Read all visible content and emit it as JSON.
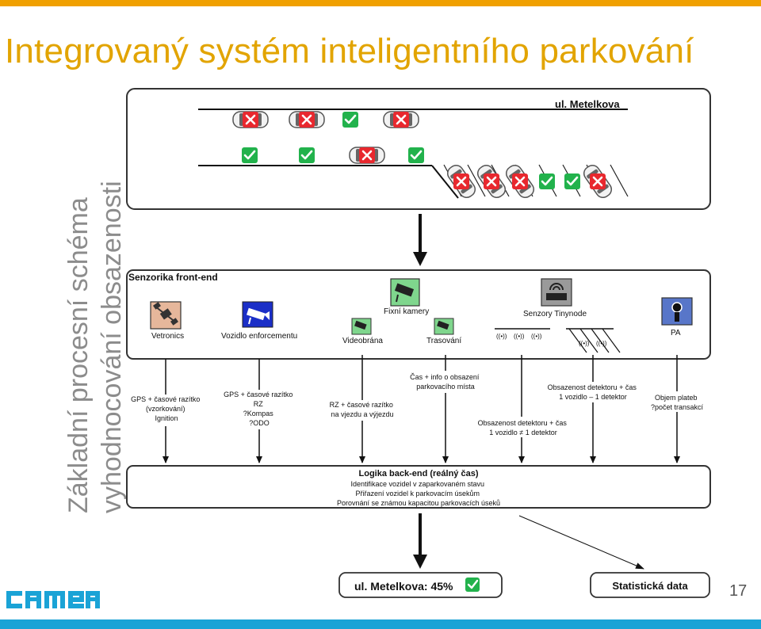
{
  "slide": {
    "title": "Integrovaný systém inteligentního parkování",
    "vertical_title_line1": "Základní procesní schéma",
    "vertical_title_line2": "vyhodnocování obsazenosti",
    "page_number": "17",
    "logo": "camea"
  },
  "colors": {
    "title": "#e2a400",
    "accent_top": "#f0a000",
    "accent_bottom": "#1aa3d6",
    "occupied": "#e8282e",
    "free": "#22b24c"
  },
  "street": {
    "name": "ul. Metelkova",
    "row1": [
      "occupied",
      "occupied",
      "free",
      "occupied"
    ],
    "row2": [
      "free",
      "free",
      "occupied",
      "free"
    ],
    "row3": [
      "occupied",
      "occupied",
      "occupied",
      "free",
      "free",
      "occupied"
    ]
  },
  "frontend": {
    "title": "Senzorika front-end",
    "items": {
      "vetronics": "Vetronics",
      "enforcement": "Vozidlo enforcementu",
      "fixed_cameras": "Fixní kamery",
      "video_gate": "Videobrána",
      "tracking": "Trasování",
      "tinynode": "Senzory Tinynode",
      "pa": "PA"
    }
  },
  "flows": {
    "f1": [
      "GPS + časové razítko",
      "(vzorkování)",
      "Ignition"
    ],
    "f2": [
      "GPS + časové razítko",
      "RZ",
      "?Kompas",
      "?ODO"
    ],
    "f3": [
      "RZ + časové razítko",
      "na vjezdu a výjezdu"
    ],
    "f4": [
      "Čas + info o obsazení",
      "parkovacího místa"
    ],
    "f5": [
      "Obsazenost detektoru + čas",
      "1 vozidlo ≠ 1 detektor"
    ],
    "f6": [
      "Obsazenost detektoru + čas",
      "1 vozidlo – 1 detektor"
    ],
    "f7": [
      "Objem plateb",
      "?počet transakcí"
    ]
  },
  "backend": {
    "title": "Logika back-end (reálný čas)",
    "lines": [
      "Identifikace vozidel v zaparkovaném stavu",
      "Přiřazení vozidel k parkovacím úsekům",
      "Porovnání se známou kapacitou parkovacích úseků"
    ]
  },
  "outputs": {
    "street_status": "ul. Metelkova: 45%",
    "statistics": "Statistická data"
  }
}
